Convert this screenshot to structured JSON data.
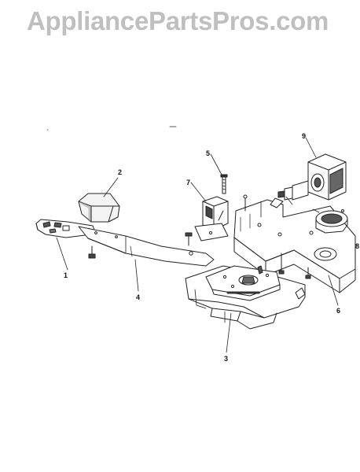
{
  "watermark": {
    "text": "AppliancePartsPros.com",
    "color": "#bfbfbf"
  },
  "callouts": [
    {
      "id": "1",
      "label": "1"
    },
    {
      "id": "2",
      "label": "2"
    },
    {
      "id": "3",
      "label": "3"
    },
    {
      "id": "4",
      "label": "4"
    },
    {
      "id": "5",
      "label": "5"
    },
    {
      "id": "6",
      "label": "6"
    },
    {
      "id": "7",
      "label": "7"
    },
    {
      "id": "8",
      "label": "8"
    },
    {
      "id": "9",
      "label": "9"
    }
  ],
  "line_color": "#222222"
}
